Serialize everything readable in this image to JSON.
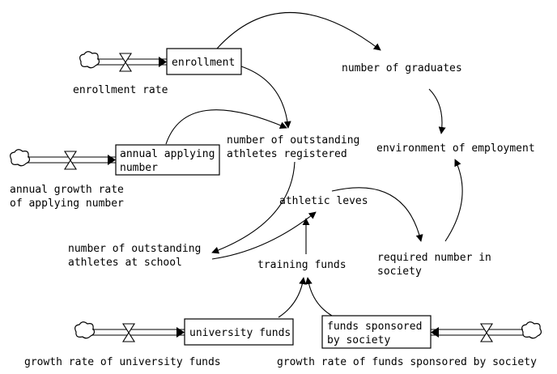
{
  "diagram": {
    "stocks": {
      "enrollment": "enrollment",
      "annual_applying_line1": "annual applying",
      "annual_applying_line2": "number",
      "university_funds": "university funds",
      "funds_sponsored_line1": "funds sponsored",
      "funds_sponsored_line2": "by society"
    },
    "rates": {
      "enrollment_rate": "enrollment rate",
      "annual_growth_line1": "annual growth rate",
      "annual_growth_line2": "of applying number",
      "growth_university_funds": "growth rate of university funds",
      "growth_funds_sponsored": "growth rate of funds sponsored by society"
    },
    "variables": {
      "number_of_graduates": "number of graduates",
      "outstanding_registered_line1": "number of outstanding",
      "outstanding_registered_line2": "athletes registered",
      "environment_of_employment": "environment of employment",
      "athletic_leves": "athletic leves",
      "outstanding_school_line1": "number of outstanding",
      "outstanding_school_line2": "athletes at school",
      "training_funds": "training funds",
      "required_line1": "required number in",
      "required_line2": "society"
    }
  }
}
